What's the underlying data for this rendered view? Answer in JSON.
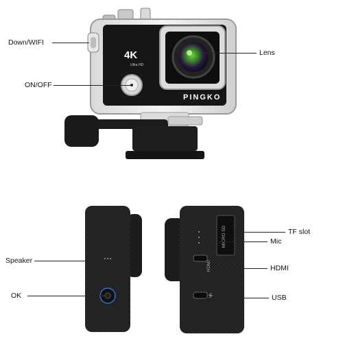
{
  "top_camera": {
    "resolution_badge": "4K",
    "resolution_sub": "Ultra HD",
    "brand": "PINGKO"
  },
  "side_camera": {
    "slot_text": "MICRO SD",
    "hdmi_text": "HDMI"
  },
  "callouts": {
    "down_wifi": "Down/WIFI",
    "on_off": "ON/OFF",
    "lens": "Lens",
    "speaker": "Speaker",
    "ok": "OK",
    "tf_slot": "TF slot",
    "mic": "Mic",
    "hdmi": "HDMI",
    "usb": "USB"
  }
}
